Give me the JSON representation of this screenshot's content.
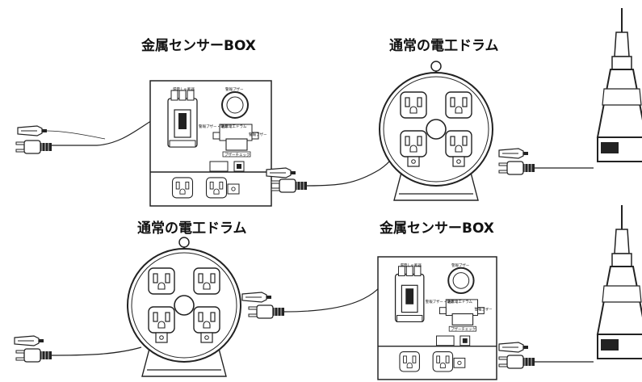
{
  "top": {
    "left_title": "金属センサーBOX",
    "right_title": "通常の電工ドラム",
    "box": {
      "leakage_label": "漏電しゃ断器",
      "buzzer_label": "警報ブザー",
      "switch_left_label": "警報ブザー・電源",
      "switch_mid_label": "通常電工ドラム",
      "switch_right_label": "警報ブザー",
      "check_label": "ブザーチェック"
    }
  },
  "bottom": {
    "left_title": "通常の電工ドラム",
    "right_title": "金属センサーBOX",
    "box": {
      "leakage_label": "漏電しゃ断器",
      "buzzer_label": "警報ブザー",
      "switch_left_label": "警報ブザー・電源",
      "switch_mid_label": "通常電工ドラム",
      "switch_right_label": "警報ブザー",
      "check_label": "ブザーチェック"
    }
  }
}
